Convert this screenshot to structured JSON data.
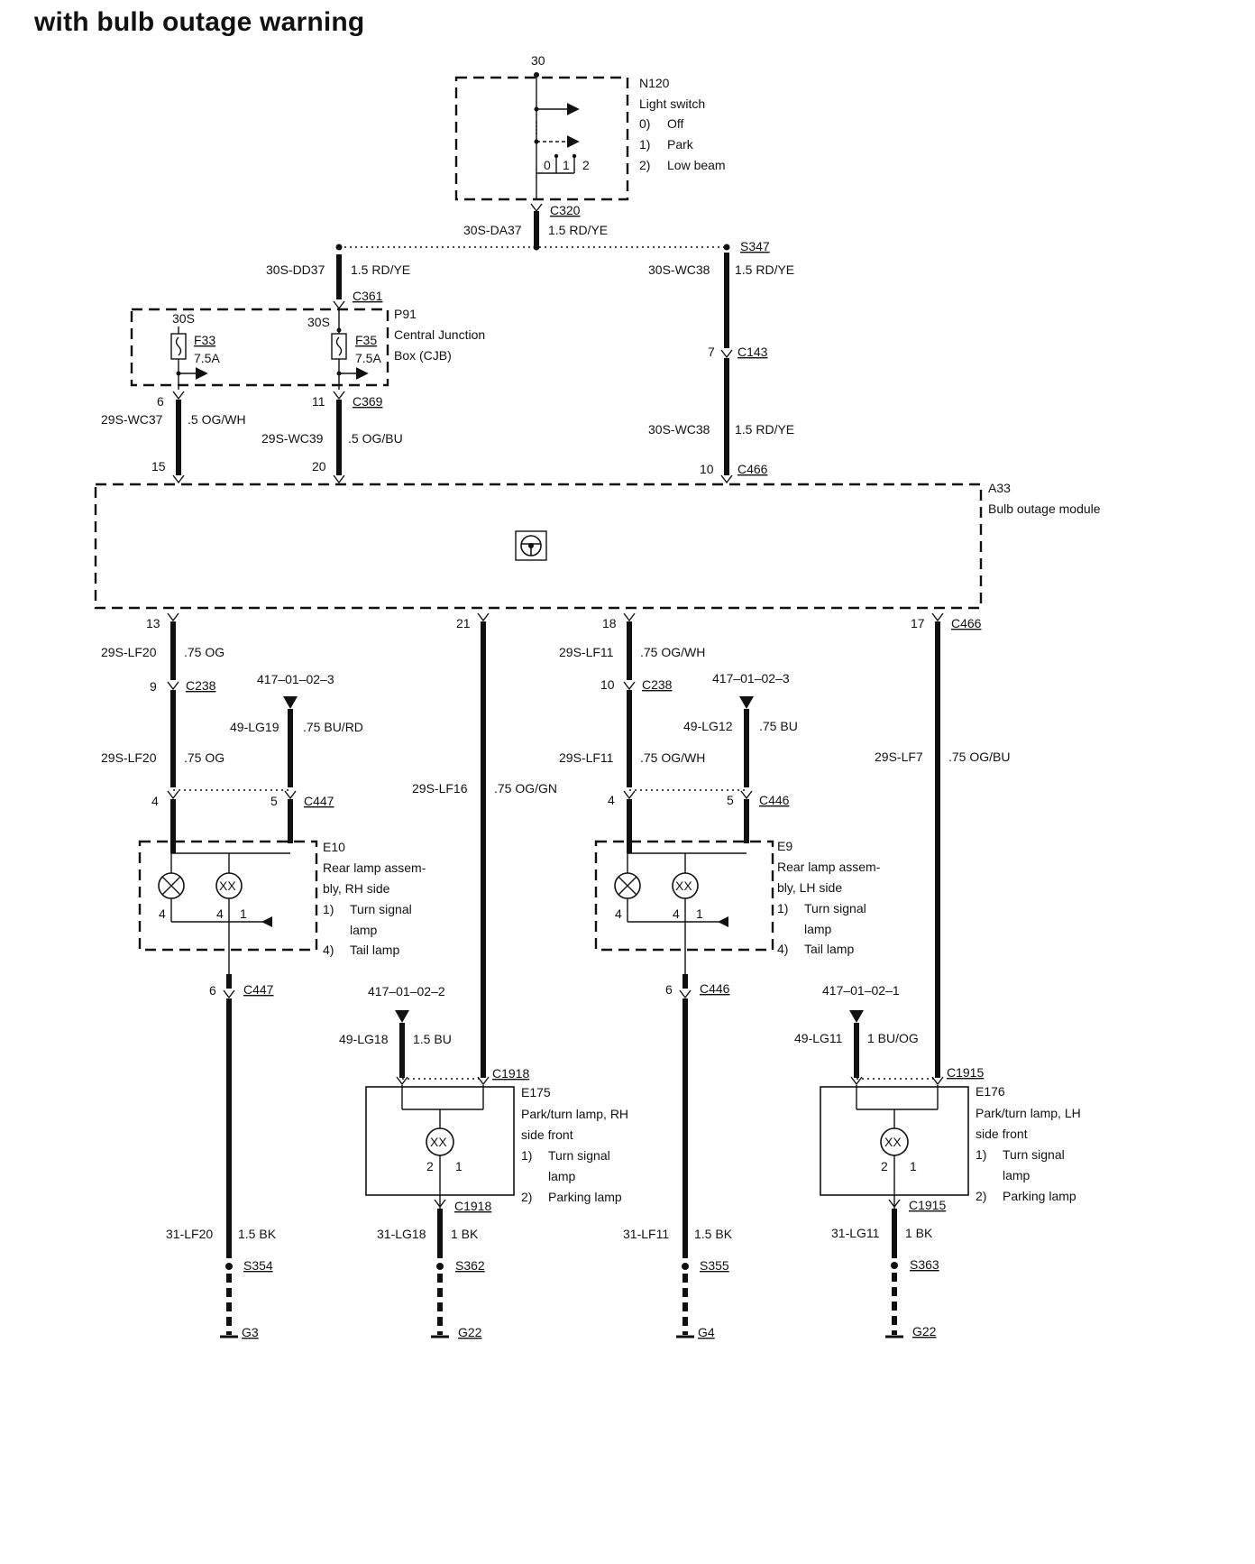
{
  "title": "with bulb outage warning",
  "top": {
    "terminal": "30",
    "switch": {
      "id": "N120",
      "name": "Light switch",
      "positions": [
        {
          "num": "0)",
          "label": "Off"
        },
        {
          "num": "1)",
          "label": "Park"
        },
        {
          "num": "2)",
          "label": "Low beam"
        }
      ],
      "pos_marks": [
        "0",
        "1",
        "2"
      ],
      "connector": "C320",
      "circuit": "30S-DA37",
      "wire": "1.5 RD/YE"
    },
    "splice": "S347"
  },
  "cjb": {
    "id": "P91",
    "name_line1": "Central Junction",
    "name_line2": "Box (CJB)",
    "in_connector": "C361",
    "in_circuit": "30S-DD37",
    "in_wire": "1.5 RD/YE",
    "out_connector": "C369",
    "fuse_left": {
      "term": "30S",
      "id": "F33",
      "rating": "7.5A",
      "pin": "6"
    },
    "fuse_right": {
      "term": "30S",
      "id": "F35",
      "rating": "7.5A",
      "pin": "11"
    }
  },
  "feeds": {
    "left": {
      "circuit": "29S-WC37",
      "wire": ".5 OG/WH",
      "pin": "15"
    },
    "mid": {
      "circuit": "29S-WC39",
      "wire": ".5 OG/BU",
      "pin": "20"
    },
    "right_upper": {
      "circuit": "30S-WC38",
      "wire": "1.5 RD/YE"
    },
    "c143": {
      "pin": "7",
      "connector": "C143"
    },
    "right_lower": {
      "circuit": "30S-WC38",
      "wire": "1.5 RD/YE",
      "pin": "10",
      "connector": "C466"
    }
  },
  "module": {
    "id": "A33",
    "name": "Bulb outage module",
    "out_pins": [
      "13",
      "21",
      "18",
      "17"
    ],
    "out_connector": "C466",
    "icon": "steering-wheel-icon"
  },
  "rh_rear": {
    "top_circuit": "29S-LF20",
    "top_wire": ".75 OG",
    "c238_pin": "9",
    "c238": "C238",
    "ref": "417–01–02–3",
    "lg_circuit": "49-LG19",
    "lg_wire": ".75 BU/RD",
    "mid_circuit": "29S-LF20",
    "mid_wire": ".75 OG",
    "pin4": "4",
    "pin5": "5",
    "connector": "C447",
    "id": "E10",
    "desc1": "Rear lamp assem-",
    "desc2": "bly, RH side",
    "l1num": "1)",
    "l1a": "Turn signal",
    "l1b": "lamp",
    "l4num": "4)",
    "l4": "Tail lamp",
    "bulb_pins": [
      "4",
      "4",
      "1"
    ],
    "gnd_pin": "6",
    "gnd_connector": "C447",
    "gnd_circuit": "31-LF20",
    "gnd_wire": "1.5 BK",
    "splice": "S354",
    "ground": "G3"
  },
  "rh_front": {
    "circuit": "29S-LF16",
    "wire": ".75 OG/GN",
    "ref": "417–01–02–2",
    "lg_circuit": "49-LG18",
    "lg_wire": "1.5 BU",
    "connector": "C1918",
    "id": "E175",
    "desc1": "Park/turn lamp, RH",
    "desc2": "side front",
    "l1num": "1)",
    "l1a": "Turn signal",
    "l1b": "lamp",
    "l2num": "2)",
    "l2": "Parking lamp",
    "pins": [
      "2",
      "1"
    ],
    "gnd_connector": "C1918",
    "gnd_circuit": "31-LG18",
    "gnd_wire": "1 BK",
    "splice": "S362",
    "ground": "G22"
  },
  "lh_rear": {
    "top_circuit": "29S-LF11",
    "top_wire": ".75 OG/WH",
    "c238_pin": "10",
    "c238": "C238",
    "ref": "417–01–02–3",
    "lg_circuit": "49-LG12",
    "lg_wire": ".75 BU",
    "mid_circuit": "29S-LF11",
    "mid_wire": ".75 OG/WH",
    "pin4": "4",
    "pin5": "5",
    "connector": "C446",
    "id": "E9",
    "desc1": "Rear lamp assem-",
    "desc2": "bly, LH side",
    "l1num": "1)",
    "l1a": "Turn signal",
    "l1b": "lamp",
    "l4num": "4)",
    "l4": "Tail lamp",
    "bulb_pins": [
      "4",
      "4",
      "1"
    ],
    "gnd_pin": "6",
    "gnd_connector": "C446",
    "gnd_circuit": "31-LF11",
    "gnd_wire": "1.5 BK",
    "splice": "S355",
    "ground": "G4"
  },
  "lh_front": {
    "circuit": "29S-LF7",
    "wire": ".75 OG/BU",
    "ref": "417–01–02–1",
    "lg_circuit": "49-LG11",
    "lg_wire": "1 BU/OG",
    "connector": "C1915",
    "id": "E176",
    "desc1": "Park/turn lamp, LH",
    "desc2": "side front",
    "l1num": "1)",
    "l1a": "Turn signal",
    "l1b": "lamp",
    "l2num": "2)",
    "l2": "Parking lamp",
    "pins": [
      "2",
      "1"
    ],
    "gnd_connector": "C1915",
    "gnd_circuit": "31-LG11",
    "gnd_wire": "1 BK",
    "splice": "S363",
    "ground": "G22"
  }
}
